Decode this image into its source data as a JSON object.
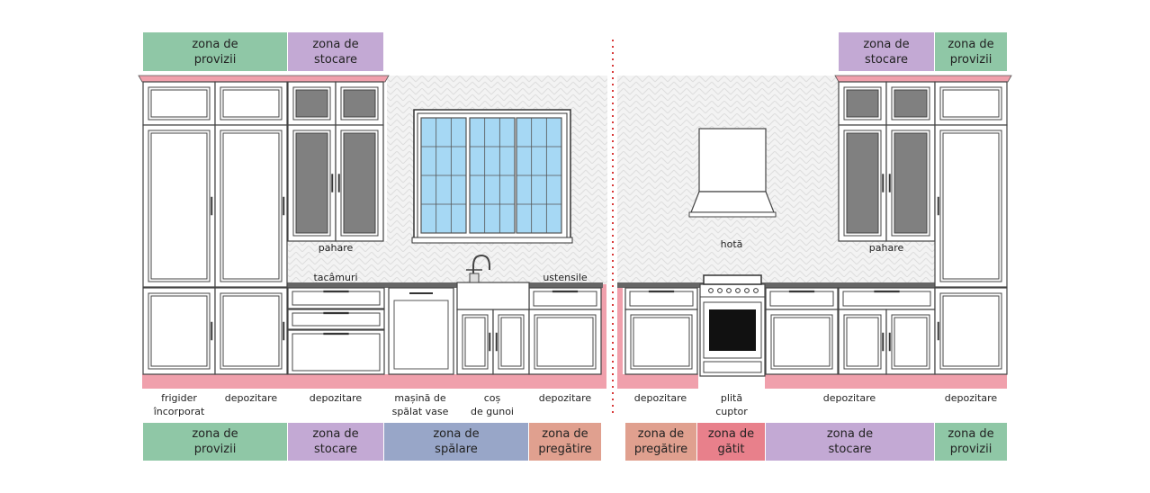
{
  "colors": {
    "provizii": "#8fc7a6",
    "stocare": "#c3a9d4",
    "spalare": "#98a6c8",
    "pregatire": "#e0a08f",
    "gatit": "#e8808b",
    "toekick": "#f0a0ac",
    "glass": "#a6d8f4",
    "divider": "#d83a3a"
  },
  "zones_top": [
    {
      "key": "provizii",
      "text": "zona de\nprovizii"
    },
    {
      "key": "stocare",
      "text": "zona de\nstocare"
    },
    {
      "key": "stocare",
      "text": "zona de\nstocare"
    },
    {
      "key": "provizii",
      "text": "zona de\nprovizii"
    }
  ],
  "zones_bottom": [
    {
      "key": "provizii",
      "text": "zona de\nprovizii"
    },
    {
      "key": "stocare",
      "text": "zona de\nstocare"
    },
    {
      "key": "spalare",
      "text": "zona de\nspălare"
    },
    {
      "key": "pregatire",
      "text": "zona de\npregătire"
    },
    {
      "key": "pregatire",
      "text": "zona de\npregătire"
    },
    {
      "key": "gatit",
      "text": "zona de\ngătit"
    },
    {
      "key": "stocare",
      "text": "zona de\nstocare"
    },
    {
      "key": "provizii",
      "text": "zona de\nprovizii"
    }
  ],
  "labels_above": {
    "pahare_left": "pahare",
    "tacamuri": "tacâmuri",
    "ustensile": "ustensile",
    "hota": "hotă",
    "pahare_right": "pahare"
  },
  "labels_below": [
    "frigider\nîncorporat",
    "depozitare",
    "depozitare",
    "mașină de\nspălat vase",
    "coș\nde gunoi",
    "depozitare",
    "depozitare",
    "plită\ncuptor",
    "depozitare",
    "depozitare"
  ]
}
